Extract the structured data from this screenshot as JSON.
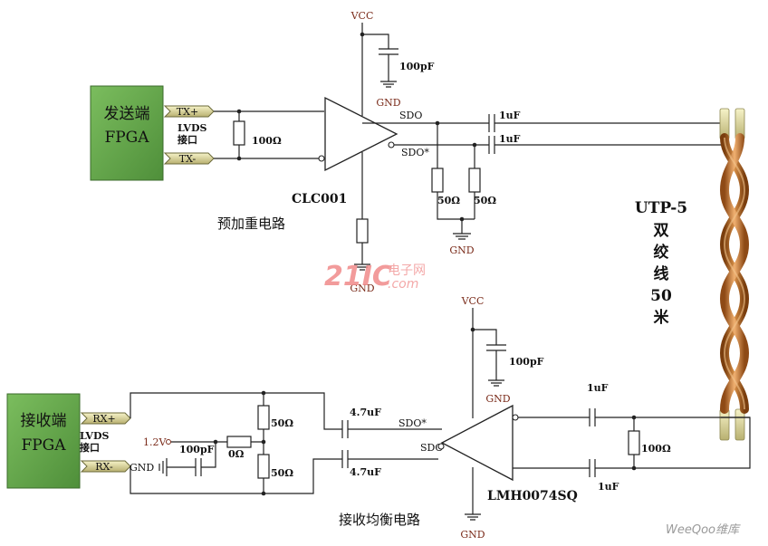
{
  "tx": {
    "fpga_line1": "发送端",
    "fpga_line2": "FPGA",
    "port_pos": "TX+",
    "port_neg": "TX-",
    "lvds_line1": "LVDS",
    "lvds_line2": "接口",
    "term_resistor": "100Ω",
    "vcc": "VCC",
    "cap_top": "100pF",
    "gnd_top": "GND",
    "sdo": "SDO",
    "sdo_n": "SDO*",
    "cap_out1": "1uF",
    "cap_out2": "1uF",
    "r_out1": "50Ω",
    "r_out2": "50Ω",
    "gnd_out": "GND",
    "gnd_bottom": "GND",
    "chip": "CLC001",
    "caption": "预加重电路"
  },
  "cable": {
    "line1": "UTP-5",
    "line2": "双",
    "line3": "绞",
    "line4": "线",
    "line5": "50",
    "line6": "米"
  },
  "watermark": {
    "logo_num": "21IC",
    "logo_cn": "电子网",
    "logo_dom": ".com",
    "corner": "WeeQoo维库"
  },
  "rx": {
    "fpga_line1": "接收端",
    "fpga_line2": "FPGA",
    "port_pos": "RX+",
    "port_neg": "RX-",
    "lvds_line1": "LVDS",
    "lvds_line2": "接口",
    "bias_v": "1.2V",
    "cap_bias": "100pF",
    "r_bias": "0Ω",
    "gnd_left": "GND",
    "r_top": "50Ω",
    "r_bot": "50Ω",
    "cap_in1": "4.7uF",
    "cap_in2": "4.7uF",
    "sdo_n": "SDO*",
    "sdo": "SDO",
    "vcc": "VCC",
    "cap_top": "100pF",
    "gnd_top": "GND",
    "cap_out1": "1uF",
    "cap_out2": "1uF",
    "r_term": "100Ω",
    "chip": "LMH0074SQ",
    "gnd_bottom": "GND",
    "caption": "接收均衡电路"
  },
  "colors": {
    "fpga_fill": "#6aa84f",
    "port_fill": "#f3efb0",
    "cable_copper": "#b8651f",
    "label_brown": "#7a2b1a",
    "watermark_red": "#e23b3b"
  }
}
